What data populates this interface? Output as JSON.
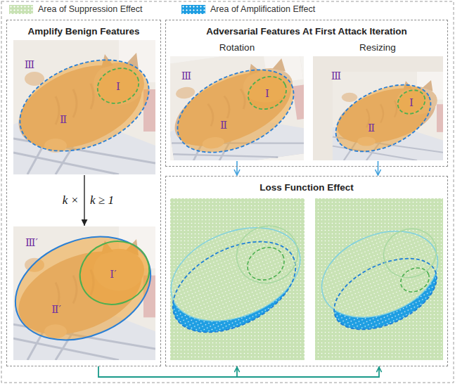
{
  "diagram": {
    "nodes": [
      {
        "text": [
          "Amplify Benign Features"
        ]
      },
      {
        "text": [
          "Ⅲ",
          "Ⅱ",
          "Ⅰ"
        ],
        "in": 0
      },
      {
        "text": [
          "Ⅲ′",
          "Ⅱ′",
          "Ⅰ′"
        ],
        "in": 0
      },
      {
        "text": [
          "Adversarial Features At First Attack Iteration"
        ]
      },
      {
        "text": [
          "Rotation",
          "Ⅲ",
          "Ⅱ",
          "Ⅰ"
        ],
        "in": 3
      },
      {
        "text": [
          "Resizing",
          "Ⅲ",
          "Ⅱ",
          "Ⅰ"
        ],
        "in": 3
      },
      {
        "text": [
          "Loss Function Effect"
        ]
      }
    ],
    "edges": [
      {
        "from": 1,
        "to": 2,
        "arrow": "to",
        "label": "k ×"
      },
      {
        "from": 4,
        "to": 6,
        "arrow": "to"
      },
      {
        "from": 5,
        "to": 6,
        "arrow": "to"
      },
      {
        "from": 0,
        "to": 6,
        "arrow": "to"
      }
    ],
    "labels": [
      "k ≥ 1"
    ],
    "legend": [
      {
        "text": "Area of Suppression Effect",
        "color": "#c8e2b4"
      },
      {
        "text": "Area of Amplification Effect",
        "color": "#1e9ee2"
      }
    ]
  }
}
